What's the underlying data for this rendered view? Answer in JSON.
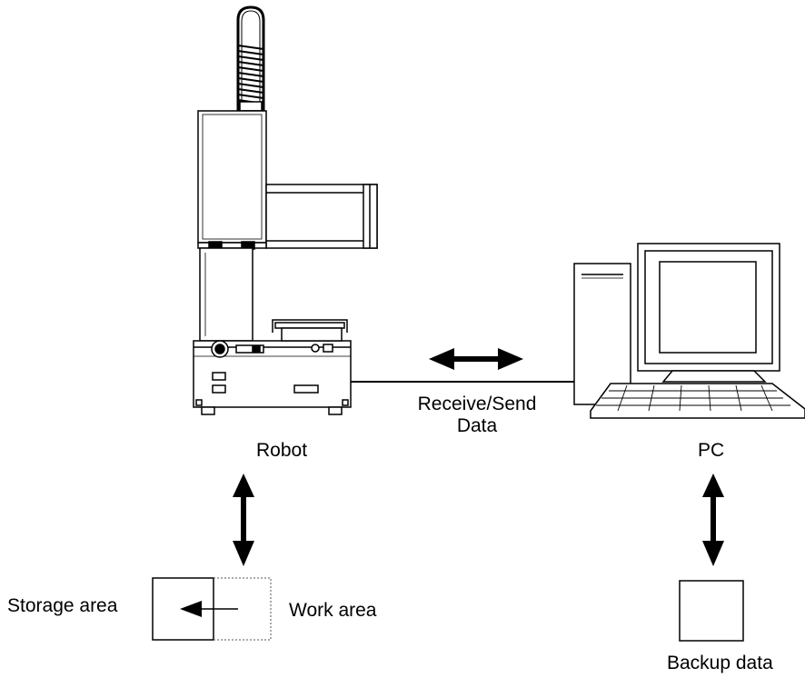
{
  "labels": {
    "robot": "Robot",
    "pc": "PC",
    "transfer_line1": "Receive/Send",
    "transfer_line2": "Data",
    "storage_area": "Storage area",
    "work_area": "Work area",
    "backup_data": "Backup data"
  },
  "colors": {
    "stroke": "#000000",
    "background": "#ffffff",
    "dotted": "#555555"
  }
}
